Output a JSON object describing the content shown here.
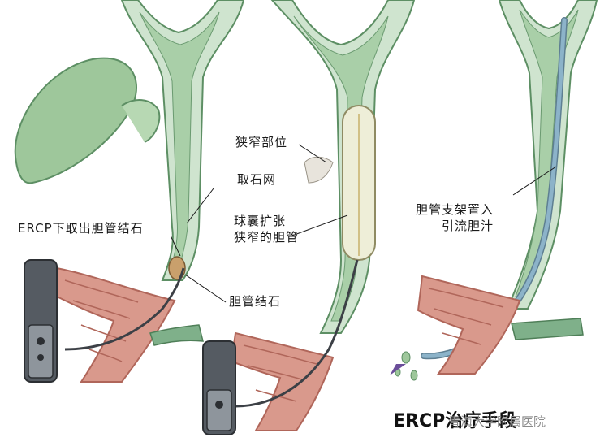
{
  "panels": {
    "left": {
      "caption": "ERCP下取出胆管结石",
      "basket_label": "取石网",
      "stone_label": "胆管结石"
    },
    "middle": {
      "stricture_label": "狭窄部位",
      "balloon_label": [
        "球囊扩张",
        "狭窄的胆管"
      ]
    },
    "right": {
      "stent_label": [
        "胆管支架置入",
        "引流胆汁"
      ]
    }
  },
  "footer": {
    "title": "ERCP",
    "title_rest": "治疗手段",
    "watermark": "青海大学附属医院"
  },
  "colors": {
    "duct_fill": "#a9cfa8",
    "duct_wall": "#dfeee0",
    "duct_outline": "#5d8f64",
    "bowel": "#d9998c",
    "scope": "#555b62",
    "stent": "#8cb3c9"
  }
}
